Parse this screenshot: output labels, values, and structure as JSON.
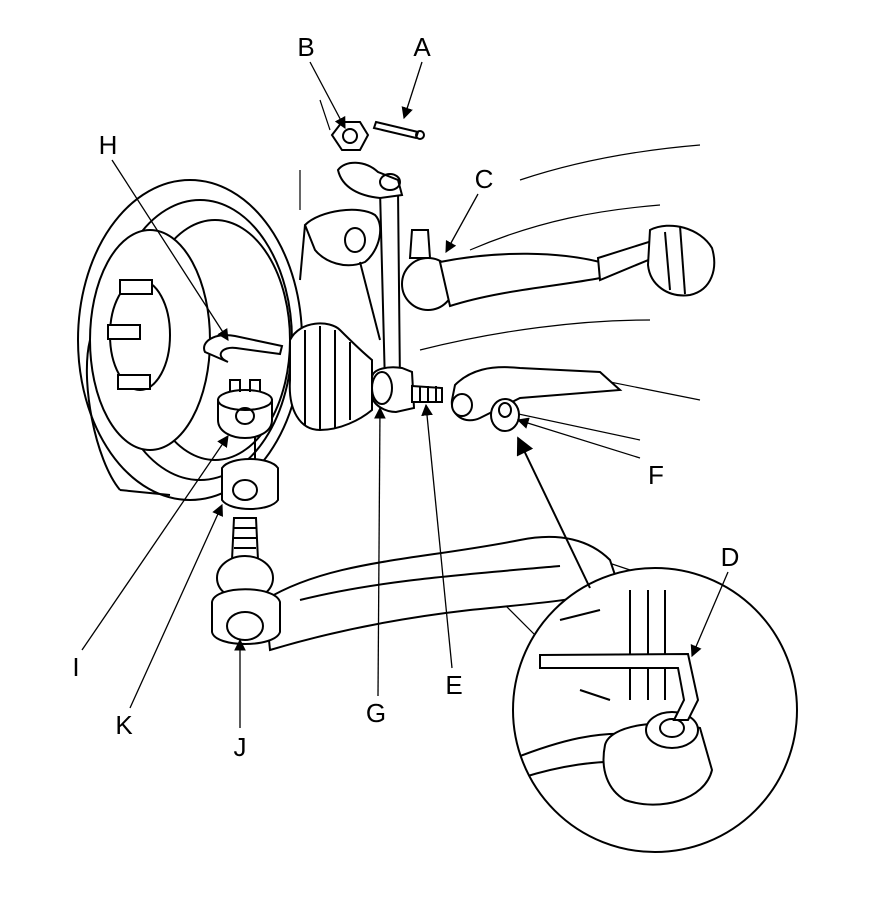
{
  "diagram": {
    "callouts": {
      "A": "A",
      "B": "B",
      "C": "C",
      "D": "D",
      "E": "E",
      "F": "F",
      "G": "G",
      "H": "H",
      "I": "I",
      "J": "J",
      "K": "K"
    },
    "colors": {
      "ink": "#000000",
      "paper": "#ffffff"
    }
  }
}
